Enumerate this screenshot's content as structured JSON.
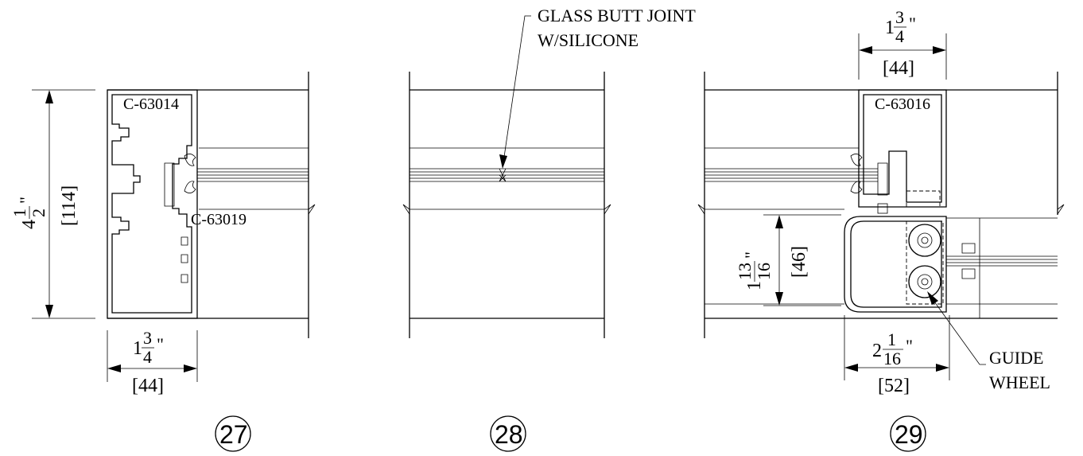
{
  "details": [
    {
      "number": "27",
      "part_labels": [
        "C-63014",
        "C-63019"
      ],
      "height_dim": {
        "whole": "4",
        "num": "1",
        "den": "2",
        "inch": "\"",
        "metric": "[114]"
      },
      "width_dim": {
        "whole": "1",
        "num": "3",
        "den": "4",
        "inch": "\"",
        "metric": "[44]"
      }
    },
    {
      "number": "28",
      "callout_lines": [
        "GLASS BUTT JOINT",
        "W/SILICONE"
      ]
    },
    {
      "number": "29",
      "part_labels": [
        "C-63016"
      ],
      "top_width_dim": {
        "whole": "1",
        "num": "3",
        "den": "4",
        "inch": "\"",
        "metric": "[44]"
      },
      "height_dim": {
        "whole": "1",
        "num": "13",
        "den": "16",
        "inch": "\"",
        "metric": "[46]"
      },
      "bottom_width_dim": {
        "whole": "2",
        "num": "1",
        "den": "16",
        "inch": "\"",
        "metric": "[52]"
      },
      "callout_lines": [
        "GUIDE",
        "WHEEL"
      ]
    }
  ]
}
